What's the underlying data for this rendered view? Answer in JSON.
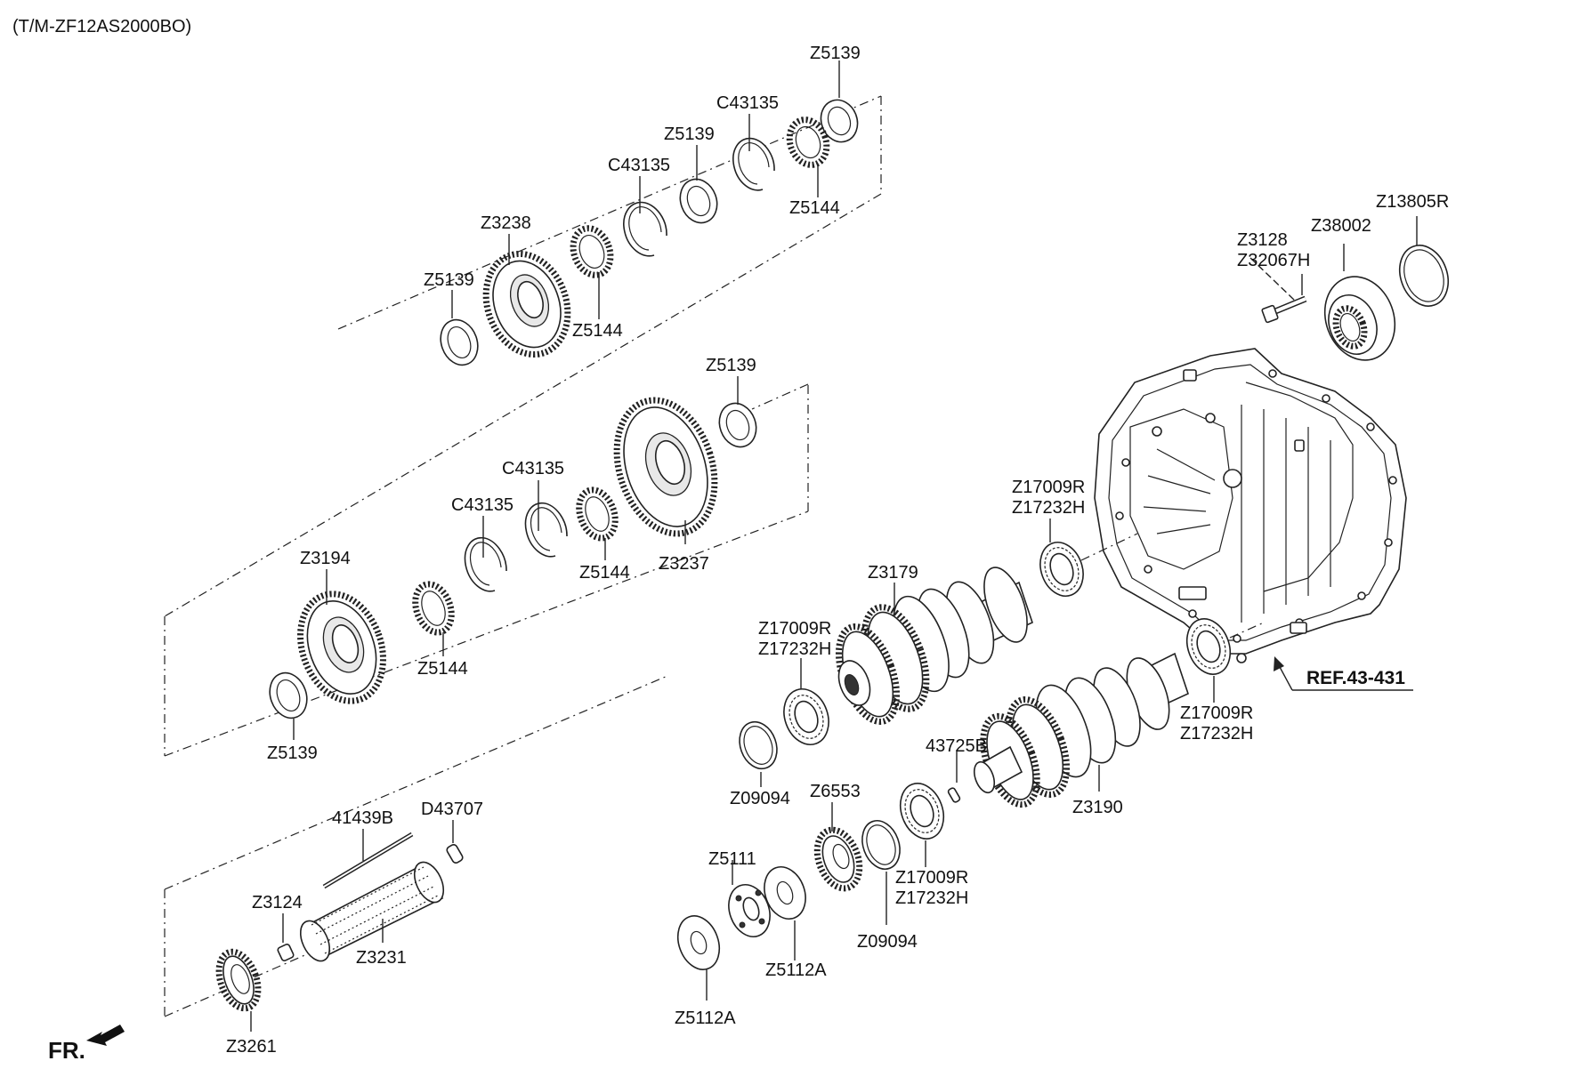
{
  "title": "(T/M-ZF12AS2000BO)",
  "reference": "REF.43-431",
  "direction_label": "FR.",
  "labels": {
    "z5139_a": "Z5139",
    "c43135_a": "C43135",
    "z5139_b": "Z5139",
    "c43135_b": "C43135",
    "z5144_a": "Z5144",
    "z3238": "Z3238",
    "z5139_c": "Z5139",
    "z5144_b": "Z5144",
    "z3128": "Z3128",
    "z32067h": "Z32067H",
    "z38002": "Z38002",
    "z13805r": "Z13805R",
    "z5139_d": "Z5139",
    "c43135_c": "C43135",
    "c43135_d": "C43135",
    "z3194": "Z3194",
    "z5144_c": "Z5144",
    "z3237": "Z3237",
    "z5144_d": "Z5144",
    "z5139_e": "Z5139",
    "z17009r_a": "Z17009R",
    "z17232h_a": "Z17232H",
    "z3179": "Z3179",
    "z17009r_b": "Z17009R",
    "z17232h_b": "Z17232H",
    "z17009r_c": "Z17009R",
    "z17232h_c": "Z17232H",
    "z09094_a": "Z09094",
    "a43725b": "43725B",
    "z3190": "Z3190",
    "z6553": "Z6553",
    "z5111": "Z5111",
    "z17009r_d": "Z17009R",
    "z17232h_d": "Z17232H",
    "z09094_b": "Z09094",
    "z5112a_a": "Z5112A",
    "z5112a_b": "Z5112A",
    "a41439b": "41439B",
    "d43707": "D43707",
    "z3124": "Z3124",
    "z3231": "Z3231",
    "z3261": "Z3261"
  }
}
